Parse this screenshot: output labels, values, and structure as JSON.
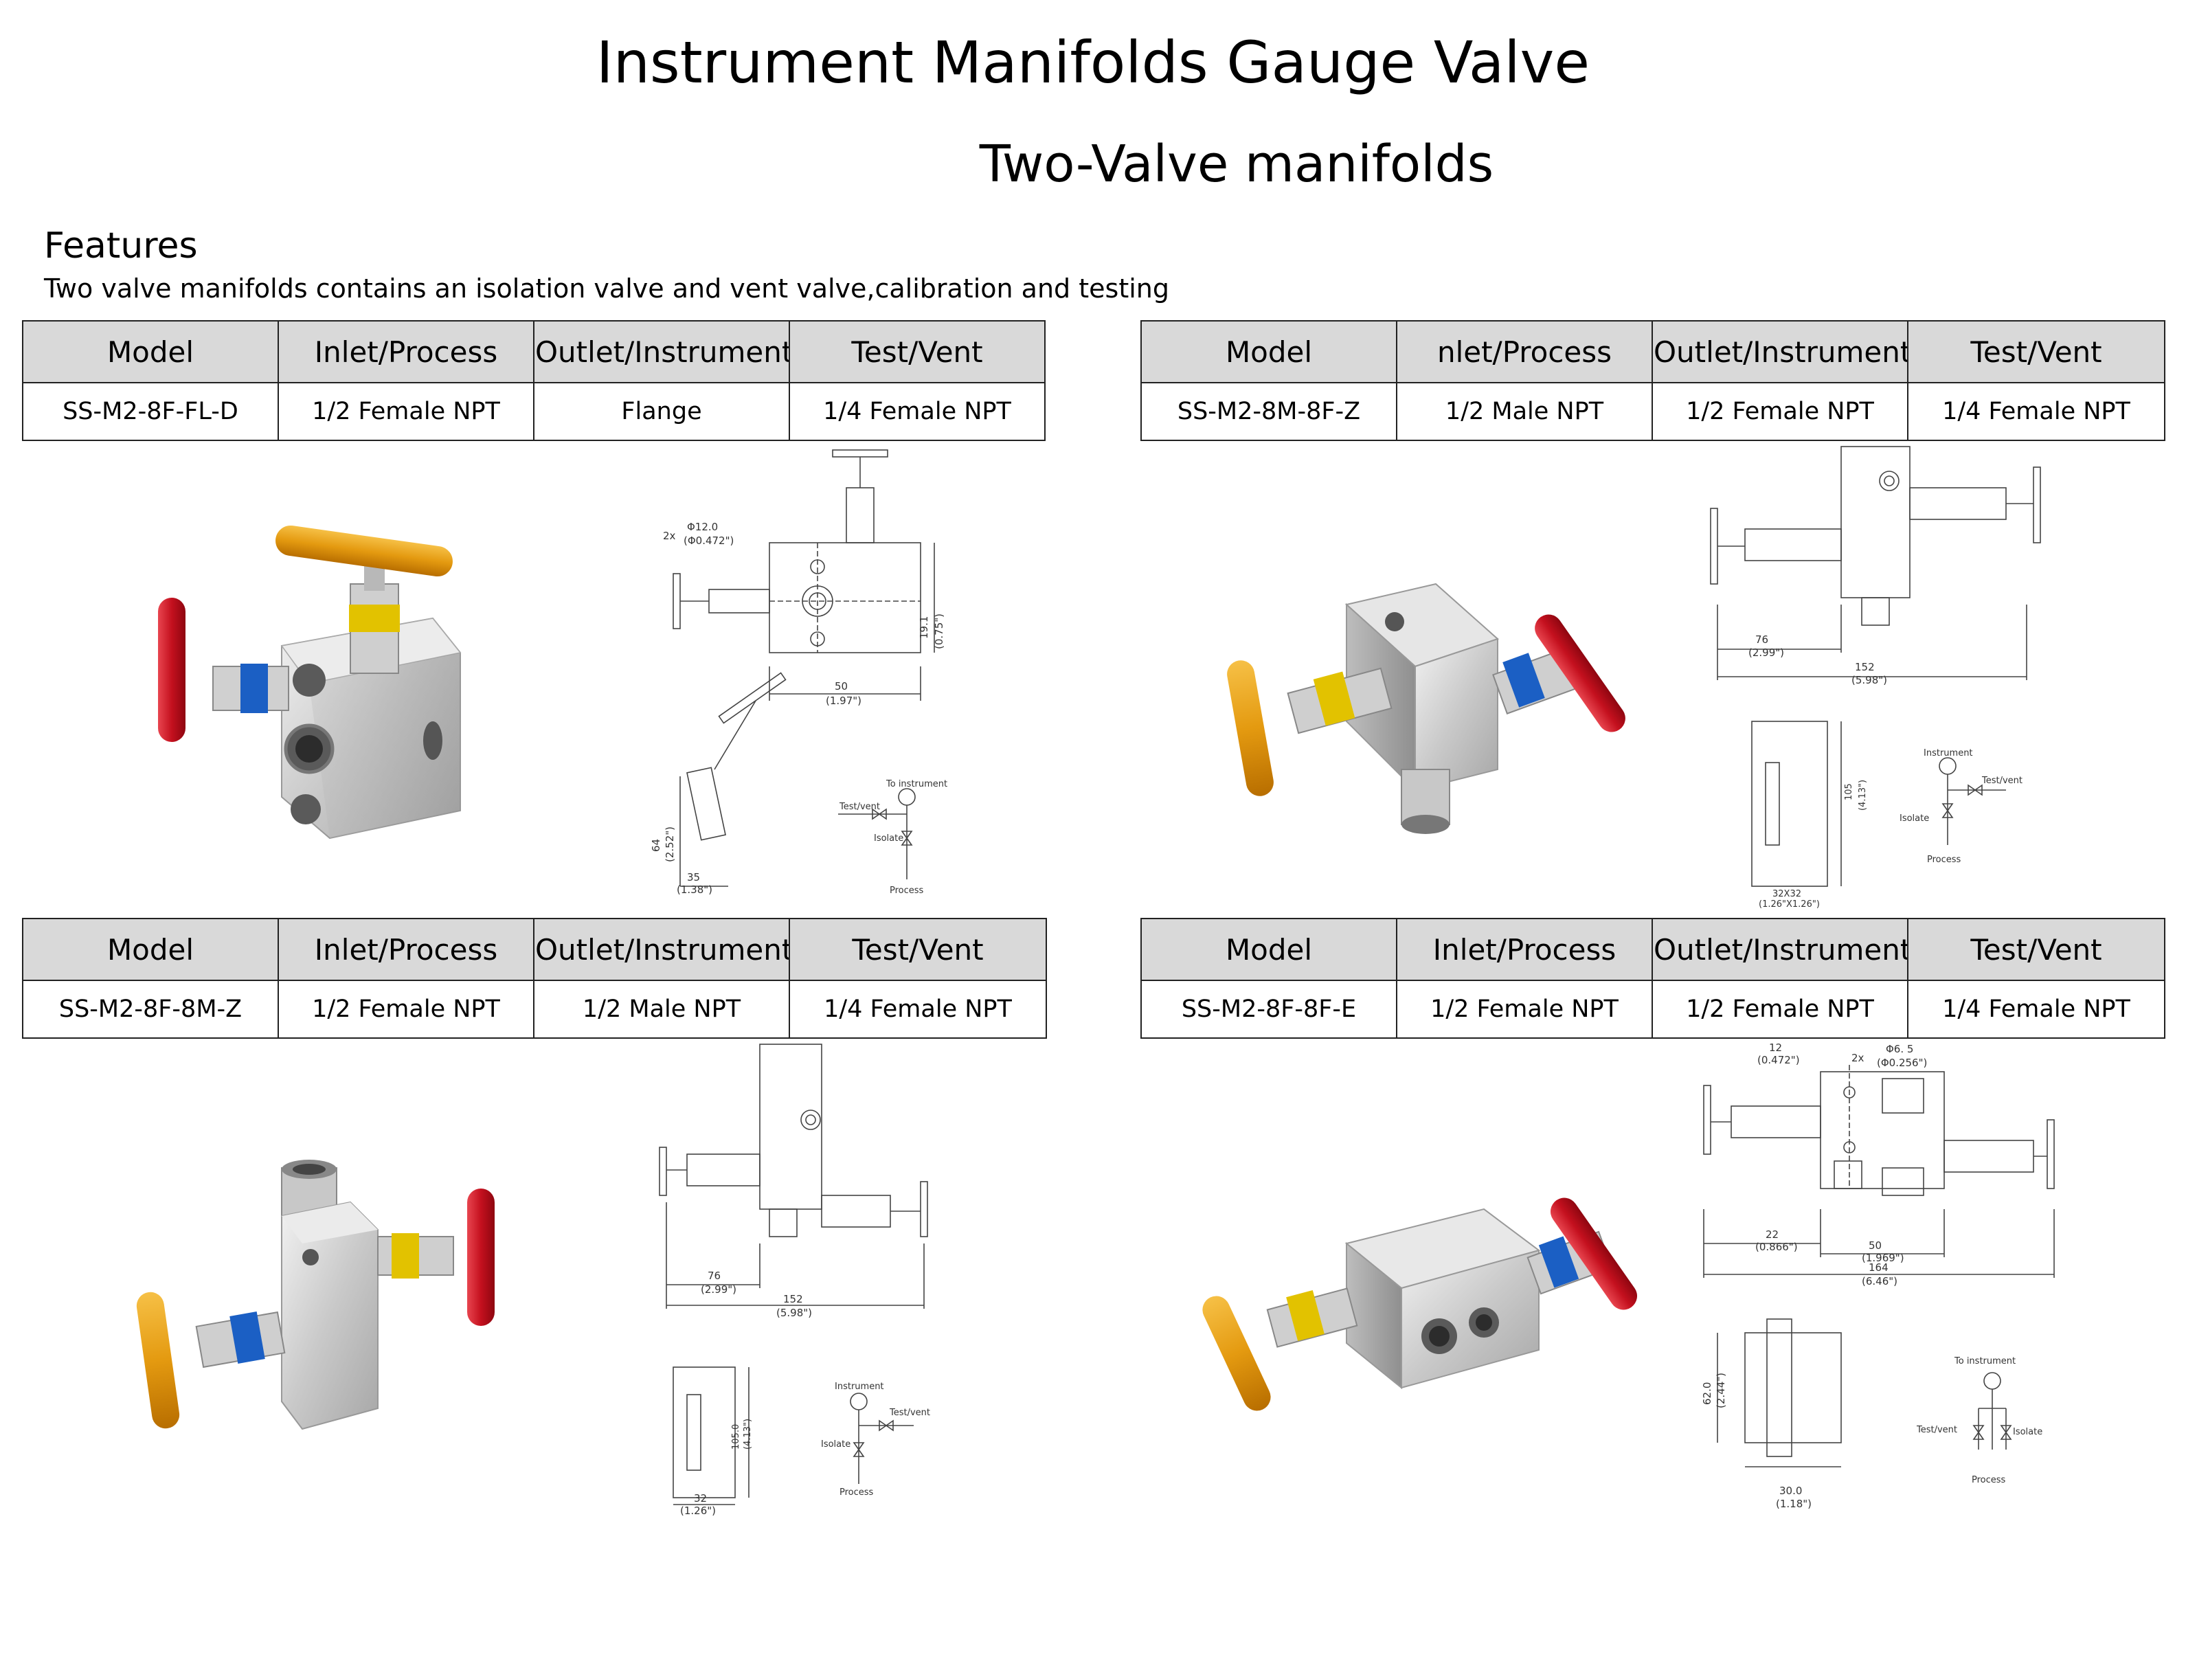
{
  "title": "Instrument Manifolds Gauge Valve",
  "subtitle": "Two-Valve manifolds",
  "features": {
    "heading": "Features",
    "text": "Two valve manifolds contains an isolation valve and vent valve,calibration and testing"
  },
  "products": [
    {
      "headers": [
        "Model",
        "Inlet/Process",
        "Outlet/Instrument",
        "Test/Vent"
      ],
      "row": [
        "SS-M2-8F-FL-D",
        "1/2 Female NPT",
        "Flange",
        "1/4 Female NPT"
      ],
      "drawing": {
        "dims": [
          "2x",
          "Φ12.0",
          "(Φ0.472\")",
          "19.1",
          "(0.75\")",
          "50",
          "(1.97\")",
          "64",
          "(2.52\")",
          "35",
          "(1.38\")"
        ],
        "schematic": [
          "To instrument",
          "Test/vent",
          "Isolate",
          "Process"
        ]
      }
    },
    {
      "headers": [
        "Model",
        "nlet/Process",
        "Outlet/Instrument",
        "Test/Vent"
      ],
      "row": [
        "SS-M2-8M-8F-Z",
        "1/2 Male NPT",
        "1/2 Female NPT",
        "1/4 Female NPT"
      ],
      "drawing": {
        "dims": [
          "76",
          "(2.99\")",
          "152",
          "(5.98\")",
          "105",
          "(4.13\")",
          "32X32",
          "(1.26\"X1.26\")"
        ],
        "schematic": [
          "Instrument",
          "Test/vent",
          "Isolate",
          "Process"
        ]
      }
    },
    {
      "headers": [
        "Model",
        "Inlet/Process",
        "Outlet/Instrument",
        "Test/Vent"
      ],
      "row": [
        "SS-M2-8F-8M-Z",
        "1/2 Female NPT",
        "1/2 Male NPT",
        "1/4 Female NPT"
      ],
      "drawing": {
        "dims": [
          "76",
          "(2.99\")",
          "152",
          "(5.98\")",
          "105.0",
          "(4.13\")",
          "32",
          "(1.26\")"
        ],
        "schematic": [
          "Instrument",
          "Test/vent",
          "Isolate",
          "Process"
        ]
      }
    },
    {
      "headers": [
        "Model",
        "Inlet/Process",
        "Outlet/Instrument",
        "Test/Vent"
      ],
      "row": [
        "SS-M2-8F-8F-E",
        "1/2 Female NPT",
        "1/2 Female NPT",
        "1/4 Female NPT"
      ],
      "drawing": {
        "dims": [
          "12",
          "(0.472\")",
          "2x",
          "Φ6. 5",
          "(Φ0.256\")",
          "22",
          "(0.866\")",
          "50",
          "(1.969\")",
          "164",
          "(6.46\")",
          "62.0",
          "(2.44\")",
          "30.0",
          "(1.18\")"
        ],
        "schematic": [
          "To instrument",
          "Test/vent",
          "Isolate",
          "Process"
        ]
      }
    }
  ]
}
